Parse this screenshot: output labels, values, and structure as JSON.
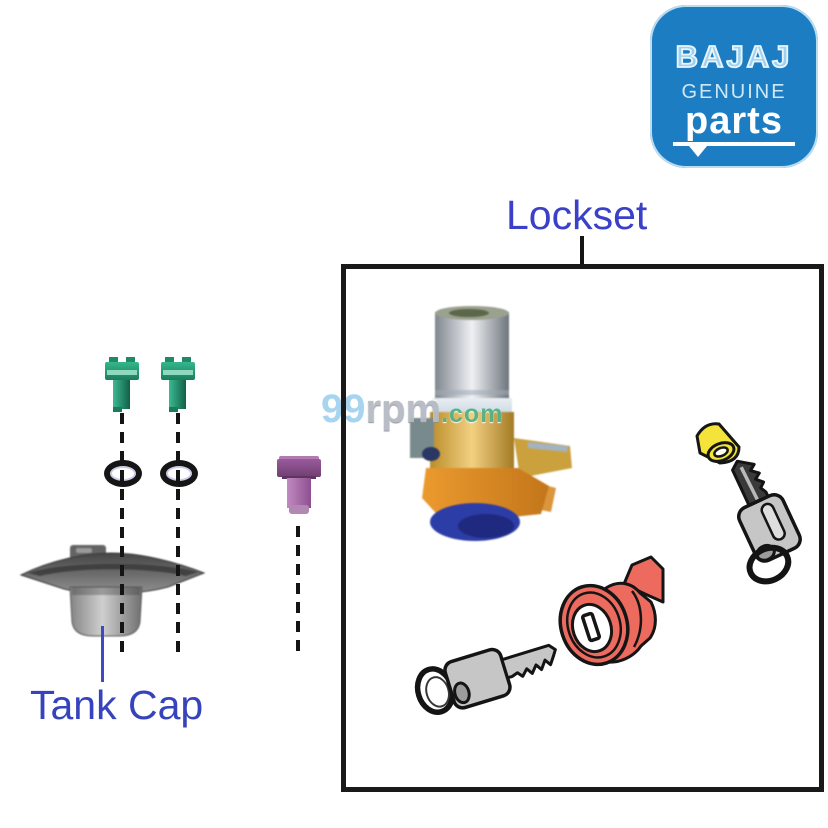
{
  "badge": {
    "brand": "BAJAJ",
    "line2": "GENUINE",
    "line3": "parts",
    "bg_color": "#1d7dc2",
    "fg_color": "#e9f5fc"
  },
  "labels": {
    "lockset": "Lockset",
    "tank_cap": "Tank Cap",
    "label_color": "#3a41c8"
  },
  "watermark": {
    "part1": "99",
    "part2": "rpm",
    "part3": ".com",
    "color1": "#a3d2ee",
    "color2": "#b6bac2",
    "color3": "#52b286"
  },
  "figures": {
    "green_screw": "green mounting screw",
    "o_ring": "rubber o-ring seal",
    "purple_screw": "purple fastener",
    "tank_cap": "fuel tank cap",
    "ignition_lock": "ignition lock body",
    "yellow_grommet": "yellow lock grommet",
    "key": "key with ring",
    "seat_lock": "red seat/fuel lock cylinder"
  },
  "palette": {
    "green_screw": "#2fb08a",
    "purple_screw": "#9a5a9c",
    "red_lock": "#ed6a5f",
    "yellow_grommet": "#f4e43a",
    "key_gray": "#c6c6c6",
    "oring": "#151515",
    "ignition_gold": "#d9a743",
    "ignition_silver": "#e8edf1",
    "ignition_orange": "#d98a2b",
    "ignition_blue": "#2e3da2",
    "box_border": "#191919"
  }
}
